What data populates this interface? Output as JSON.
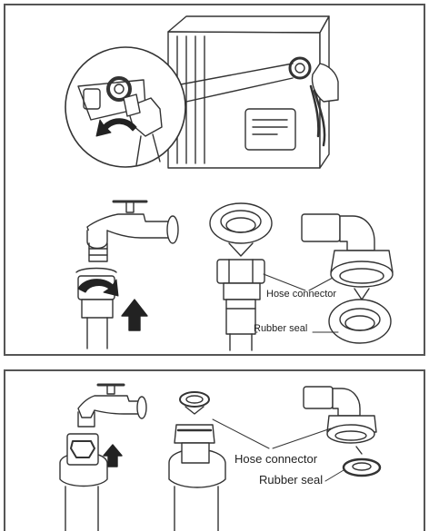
{
  "labels": {
    "top": {
      "hose_connector": "Hose connector",
      "rubber_seal": "Rubber seal"
    },
    "bottom": {
      "hose_connector": "Hose connector",
      "rubber_seal": "Rubber seal"
    }
  },
  "colors": {
    "line": "#333333",
    "arrow": "#222222",
    "frame": "#555555"
  }
}
